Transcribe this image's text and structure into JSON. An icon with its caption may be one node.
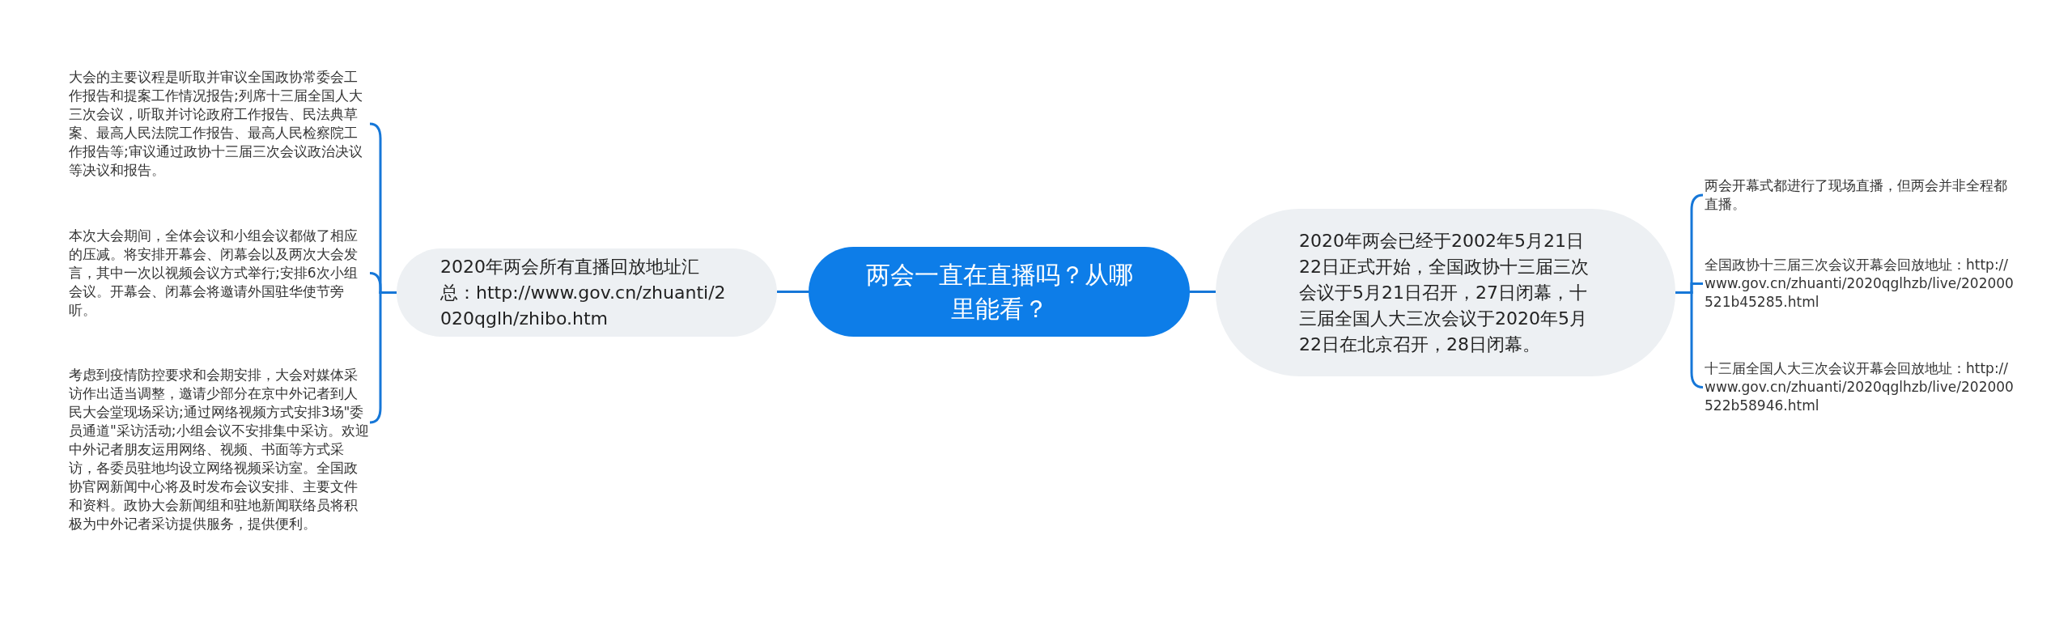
{
  "diagram": {
    "nodes": [
      {
        "text": [
          "两会一直在直播吗？从哪里能看？"
        ]
      },
      {
        "text": [
          "2020年两会所有直播回放地址汇总：http://www.gov.cn/zhuanti/2020qglh/zhibo.htm"
        ]
      },
      {
        "text": [
          "大会的主要议程是听取并审议全国政协常委会工作报告和提案工作情况报告;列席十三届全国人大三次会议，听取并讨论政府工作报告、民法典草案、最高人民法院工作报告、最高人民检察院工作报告等;审议通过政协十三届三次会议政治决议等决议和报告。"
        ]
      },
      {
        "text": [
          "本次大会期间，全体会议和小组会议都做了相应的压减。将安排开幕会、闭幕会以及两次大会发言，其中一次以视频会议方式举行;安排6次小组会议。开幕会、闭幕会将邀请外国驻华使节旁听。"
        ]
      },
      {
        "text": [
          "考虑到疫情防控要求和会期安排，大会对媒体采访作出适当调整，邀请少部分在京中外记者到人民大会堂现场采访;通过网络视频方式安排3场\"委员通道\"采访活动;小组会议不安排集中采访。欢迎中外记者朋友运用网络、视频、书面等方式采访，各委员驻地均设立网络视频采访室。全国政协官网新闻中心将及时发布会议安排、主要文件和资料。政协大会新闻组和驻地新闻联络员将积极为中外记者采访提供服务，提供便利。"
        ]
      },
      {
        "text": [
          "2020年两会已经于2002年5月21日22日正式开始，全国政协十三届三次会议于5月21日召开，27日闭幕，十三届全国人大三次会议于2020年5月22日在北京召开，28日闭幕。"
        ]
      },
      {
        "text": [
          "两会开幕式都进行了现场直播，但两会并非全程都直播。"
        ]
      },
      {
        "text": [
          "全国政协十三届三次会议开幕会回放地址：http://www.gov.cn/zhuanti/2020qglhzb/live/202000521b45285.html"
        ]
      },
      {
        "text": [
          "十三届全国人大三次会议开幕会回放地址：http://www.gov.cn/zhuanti/2020qglhzb/live/202000522b58946.html"
        ]
      }
    ],
    "edges": [
      {
        "from": 0,
        "to": 1,
        "arrow": "none"
      },
      {
        "from": 1,
        "to": 2,
        "arrow": "none"
      },
      {
        "from": 1,
        "to": 3,
        "arrow": "none"
      },
      {
        "from": 1,
        "to": 4,
        "arrow": "none"
      },
      {
        "from": 0,
        "to": 5,
        "arrow": "none"
      },
      {
        "from": 5,
        "to": 6,
        "arrow": "none"
      },
      {
        "from": 5,
        "to": 7,
        "arrow": "none"
      },
      {
        "from": 5,
        "to": 8,
        "arrow": "none"
      }
    ]
  }
}
